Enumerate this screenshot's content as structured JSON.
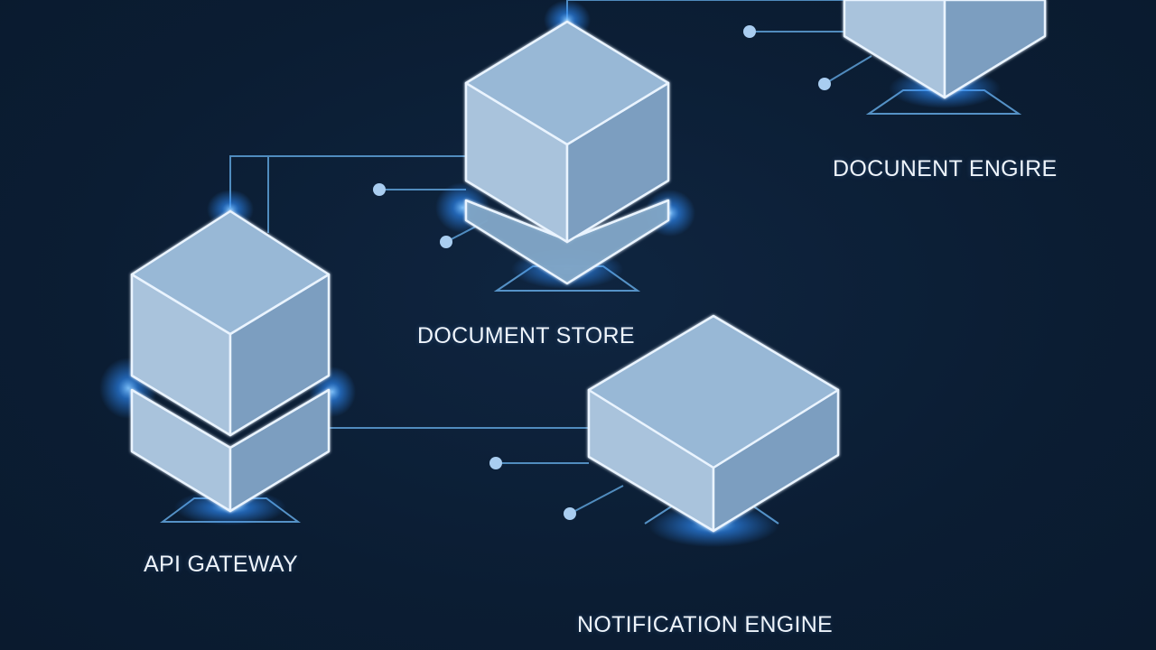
{
  "diagram": {
    "nodes": [
      {
        "id": "document-store",
        "label": "DOCUMENT STORE"
      },
      {
        "id": "document-engine",
        "label": "DOCUNENT ENGIRE"
      },
      {
        "id": "api-gateway",
        "label": "API GATEWAY"
      },
      {
        "id": "notification-engine",
        "label": "NOTIFICATION ENGINE"
      }
    ],
    "edges": [
      {
        "from": "api-gateway",
        "to": "document-store"
      },
      {
        "from": "api-gateway",
        "to": "notification-engine"
      },
      {
        "from": "document-store",
        "to": "document-engine"
      }
    ]
  },
  "colors": {
    "background": "#0b1d33",
    "connector": "#5d9fd6",
    "cube_fill": "#8fb2d2",
    "glow": "#2f8fff",
    "label": "#eef4fb"
  }
}
